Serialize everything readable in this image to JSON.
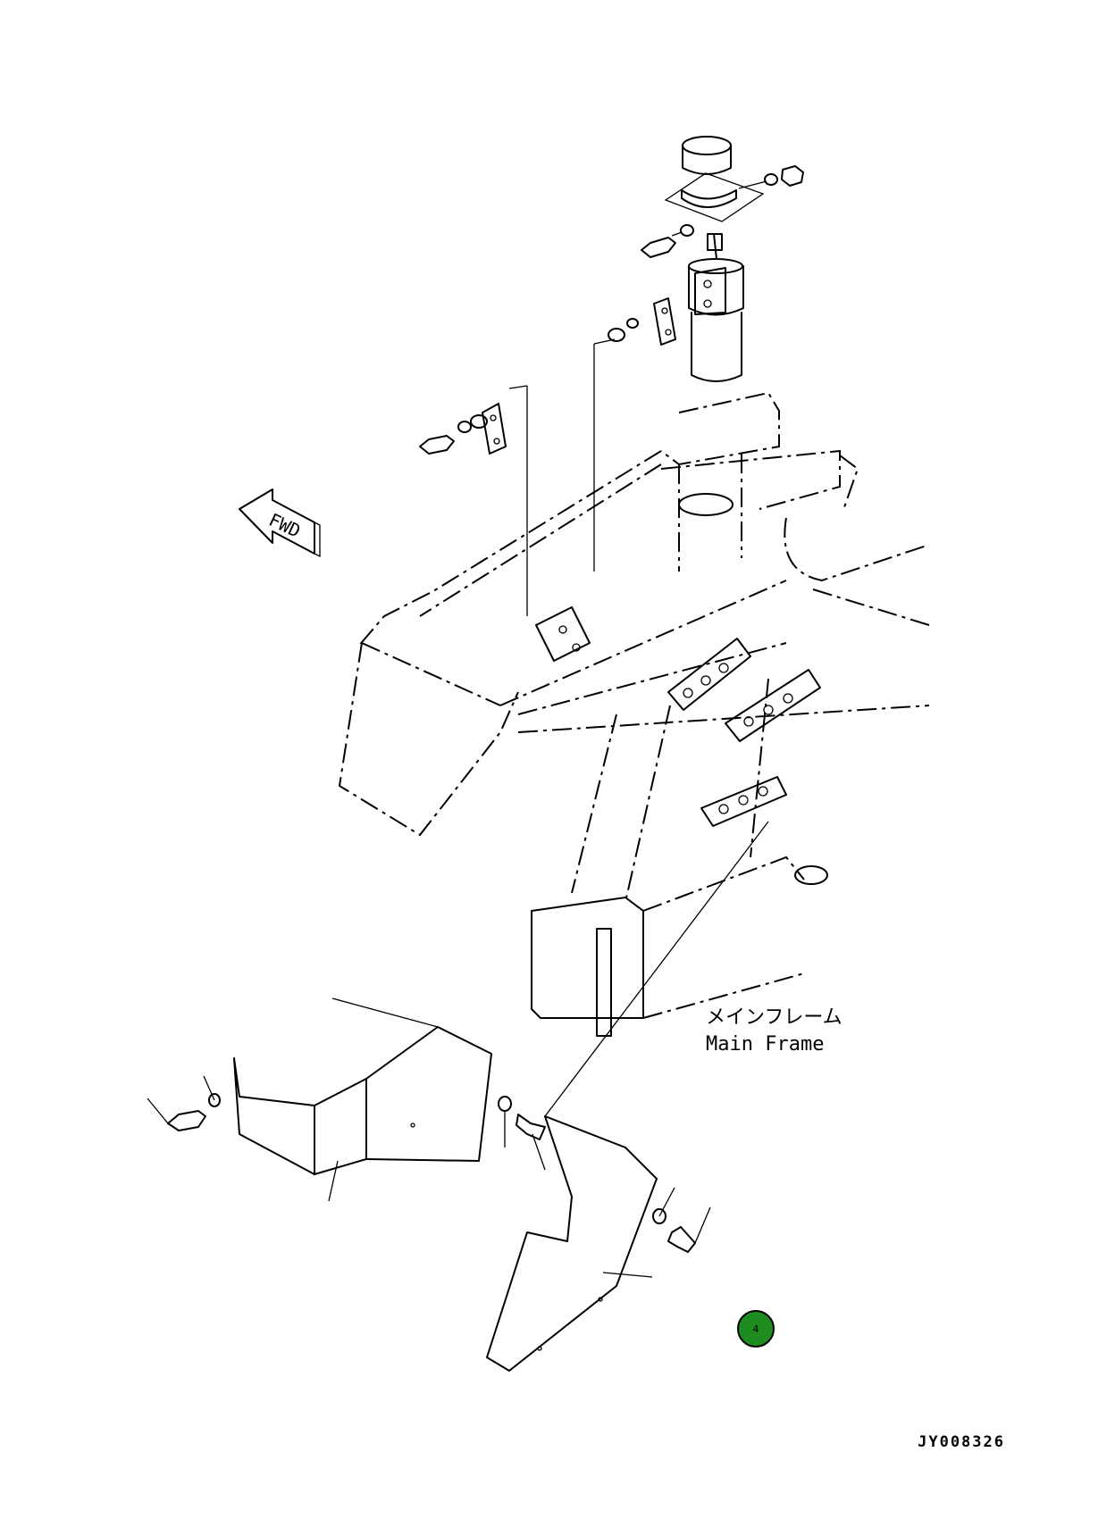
{
  "diagram": {
    "direction_arrow_label": "FWD",
    "main_frame_label_jp": "メインフレーム",
    "main_frame_label_en": "Main Frame",
    "drawing_code": "JY008326",
    "page_badge": "4",
    "badge_color": "#1e8c1e"
  }
}
